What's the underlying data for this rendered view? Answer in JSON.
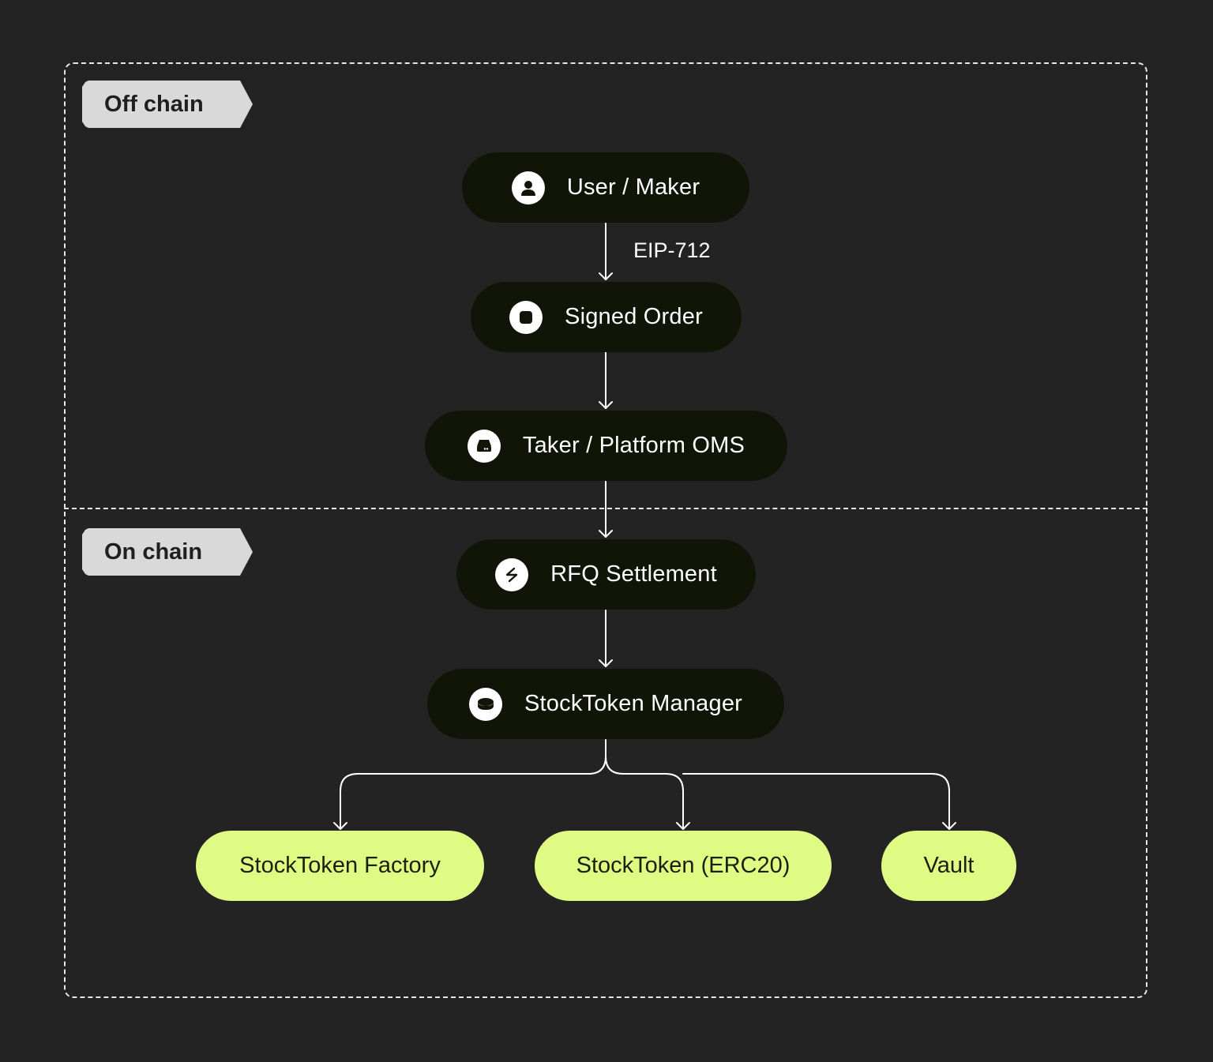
{
  "zones": {
    "off_chain": "Off chain",
    "on_chain": "On chain"
  },
  "nodes": {
    "user_maker": {
      "label": "User / Maker",
      "icon": "user-icon"
    },
    "signed_order": {
      "label": "Signed Order",
      "icon": "square-icon"
    },
    "taker_oms": {
      "label": "Taker / Platform OMS",
      "icon": "server-icon"
    },
    "rfq_settlement": {
      "label": "RFQ Settlement",
      "icon": "swap-icon"
    },
    "stocktoken_manager": {
      "label": "StockToken Manager",
      "icon": "coin-stack-icon"
    }
  },
  "leaves": {
    "factory": "StockToken Factory",
    "erc20": "StockToken (ERC20)",
    "vault": "Vault"
  },
  "edges": {
    "user_to_order_label": "EIP-712"
  },
  "colors": {
    "background": "#232323",
    "node_fill": "#111508",
    "leaf_fill": "#e0fb84",
    "zone_tag_fill": "#d9d9d9",
    "line": "#ffffff"
  }
}
